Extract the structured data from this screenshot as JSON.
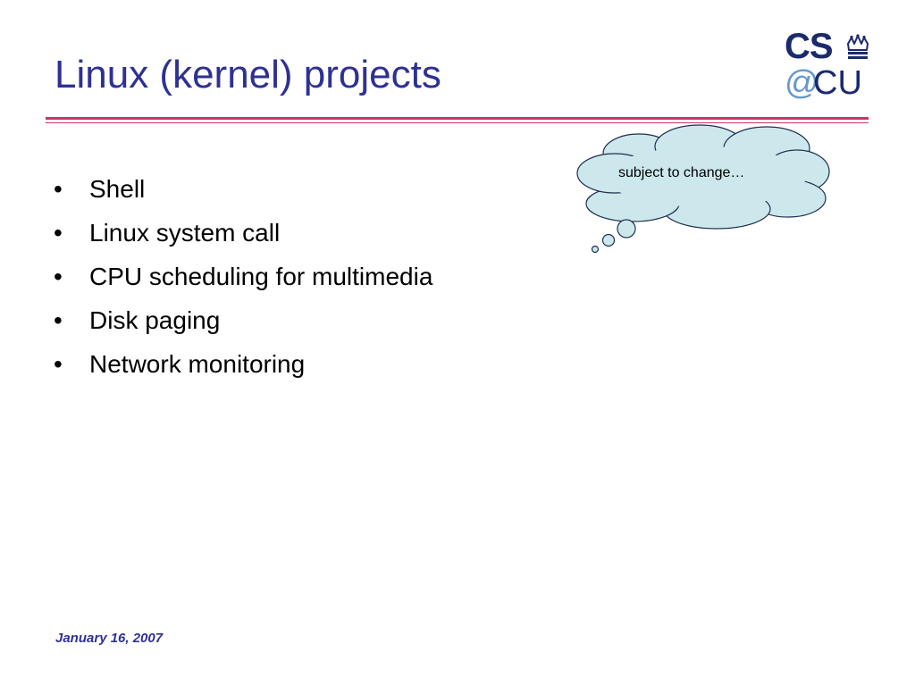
{
  "slide": {
    "title": "Linux (kernel) projects",
    "bullets": [
      "Shell",
      "Linux system call",
      "CPU scheduling for multimedia",
      "Disk paging",
      "Network monitoring"
    ],
    "bullet_char": "•",
    "callout": "subject to change…",
    "footer_date": "January 16, 2007"
  },
  "logo": {
    "cs": "CS",
    "at": "@",
    "cu": "CU",
    "crown_icon": "crown-icon"
  },
  "colors": {
    "title": "#2e3192",
    "rule": "#cc3366",
    "cloud_fill": "#cce8ec",
    "logo_dark": "#1a2a6c",
    "logo_light": "#6699cc"
  }
}
